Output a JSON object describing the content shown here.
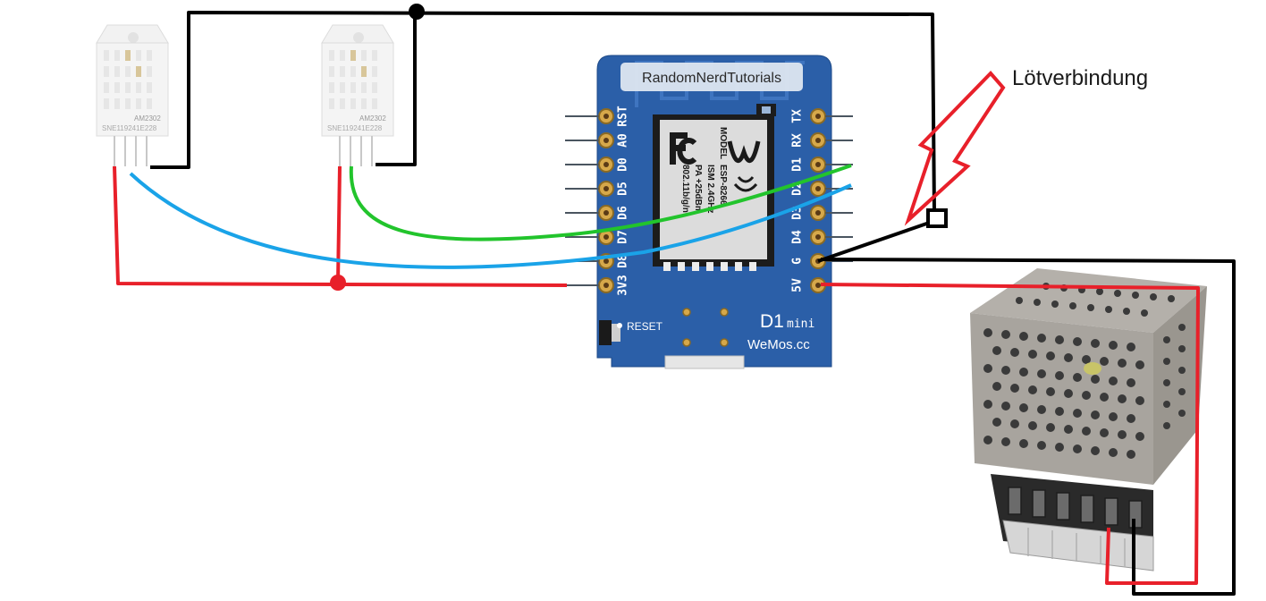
{
  "sensors": [
    {
      "model": "AM2302",
      "serial": "SNE119241E228"
    },
    {
      "model": "AM2302",
      "serial": "SNE119241E228"
    }
  ],
  "board": {
    "watermark": "RandomNerdTutorials",
    "left_pins": [
      "RST",
      "A0",
      "D0",
      "D5",
      "D6",
      "D7",
      "D8",
      "3V3"
    ],
    "right_pins": [
      "TX",
      "RX",
      "D1",
      "D2",
      "D3",
      "D4",
      "G",
      "5V"
    ],
    "model_label": "D1",
    "model_sub": "mini",
    "brand": "WeMos.cc",
    "reset_label": "RESET",
    "module": {
      "model_line": "MODEL",
      "esp_line": "ESP-8266",
      "ism_line": "ISM 2.4GHz",
      "pa_line": "PA +25dBm",
      "wifi_line": "802.11b/g/n"
    }
  },
  "annotation": {
    "label": "Lötverbindung"
  },
  "colors": {
    "gnd_wire": "#000000",
    "vcc_wire": "#e8202a",
    "data_wire_d1": "#22c42c",
    "data_wire_d2": "#1aa3e8",
    "board": "#2b5fa8",
    "arrow": "#e8202a"
  }
}
